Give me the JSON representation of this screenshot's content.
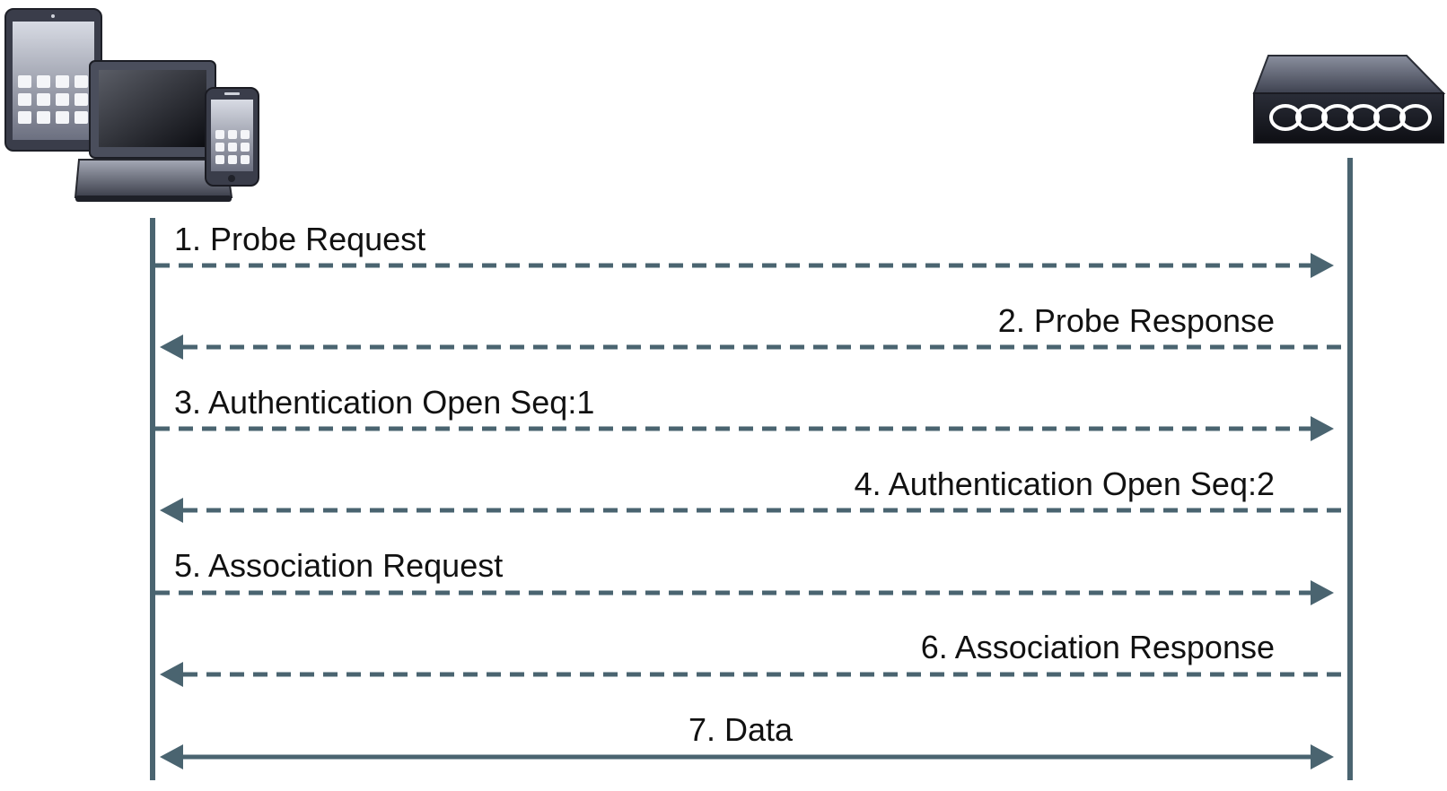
{
  "diagram": {
    "participants": [
      {
        "name": "client",
        "icon": "client-devices-icon"
      },
      {
        "name": "access-point",
        "icon": "access-point-icon"
      }
    ],
    "line_color": "#4a6470",
    "messages": [
      {
        "label": "1. Probe Request",
        "direction": "right",
        "style": "dashed"
      },
      {
        "label": "2. Probe Response",
        "direction": "left",
        "style": "dashed"
      },
      {
        "label": "3. Authentication Open Seq:1",
        "direction": "right",
        "style": "dashed"
      },
      {
        "label": "4. Authentication Open Seq:2",
        "direction": "left",
        "style": "dashed"
      },
      {
        "label": "5. Association Request",
        "direction": "right",
        "style": "dashed"
      },
      {
        "label": "6. Association Response",
        "direction": "left",
        "style": "dashed"
      },
      {
        "label": "7. Data",
        "direction": "both",
        "style": "solid"
      }
    ]
  }
}
